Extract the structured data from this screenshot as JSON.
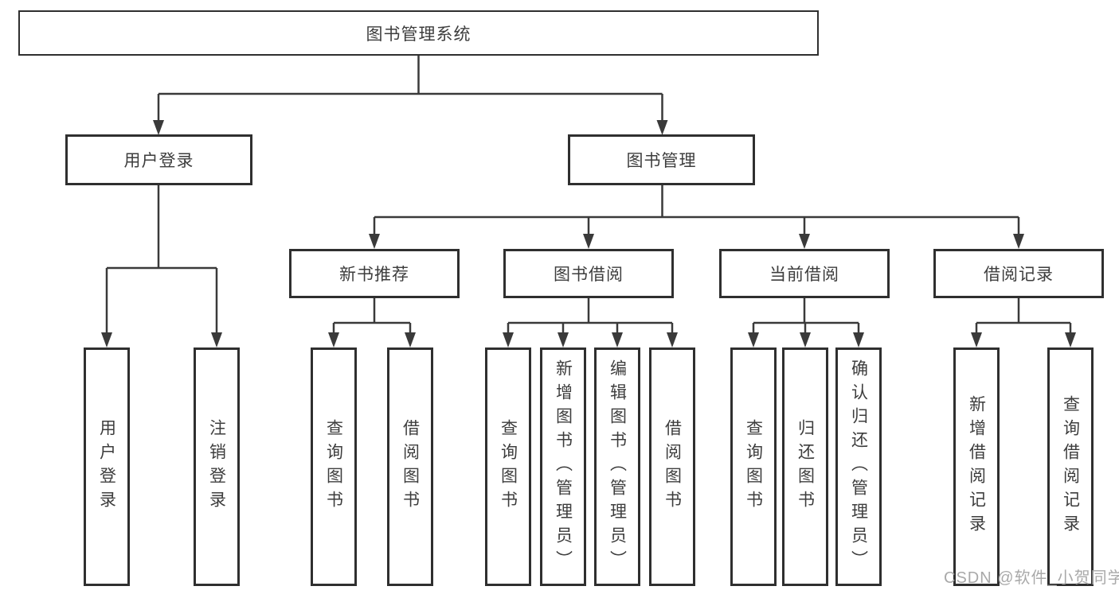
{
  "diagram": {
    "root": {
      "label": "图书管理系统"
    },
    "branch_user": {
      "label": "用户登录",
      "children": [
        {
          "label": "用户登录"
        },
        {
          "label": "注销登录"
        }
      ]
    },
    "branch_book": {
      "label": "图书管理",
      "groups": [
        {
          "label": "新书推荐",
          "children": [
            {
              "label": "查询图书"
            },
            {
              "label": "借阅图书"
            }
          ]
        },
        {
          "label": "图书借阅",
          "children": [
            {
              "label": "查询图书"
            },
            {
              "label": "新增图书（管理员）"
            },
            {
              "label": "编辑图书（管理员）"
            },
            {
              "label": "借阅图书"
            }
          ]
        },
        {
          "label": "当前借阅",
          "children": [
            {
              "label": "查询图书"
            },
            {
              "label": "归还图书"
            },
            {
              "label": "确认归还（管理员）"
            }
          ]
        },
        {
          "label": "借阅记录",
          "children": [
            {
              "label": "新增借阅记录"
            },
            {
              "label": "查询借阅记录"
            }
          ]
        }
      ]
    },
    "watermark": "CSDN @软件_小贺同学",
    "colors": {
      "line": "#3a3a3a",
      "border": "#2f2f2f",
      "text": "#3d3d3d",
      "watermark": "#a9a9a9",
      "background": "#ffffff"
    }
  }
}
